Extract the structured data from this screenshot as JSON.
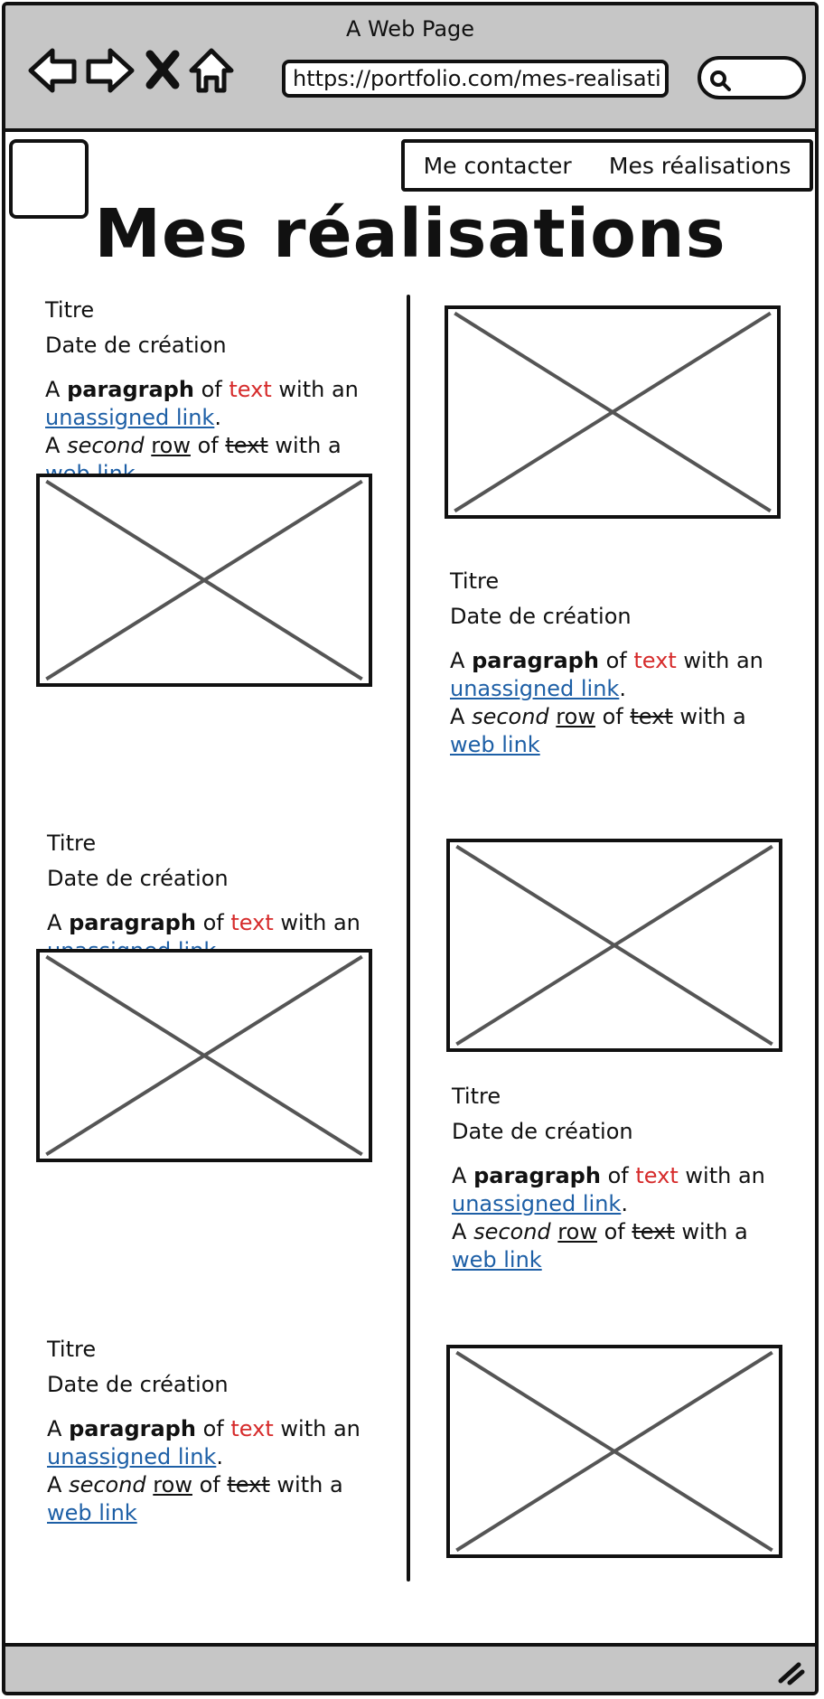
{
  "window": {
    "title": "A Web Page",
    "url": "https://portfolio.com/mes-realisati"
  },
  "nav": {
    "back_icon": "arrow-left-icon",
    "forward_icon": "arrow-right-icon",
    "close_icon": "close-x-icon",
    "home_icon": "home-icon",
    "search_icon": "search-icon"
  },
  "header": {
    "links": [
      "Me contacter",
      "Mes réalisations"
    ],
    "title": "Mes réalisations"
  },
  "card_text": {
    "title": "Titre",
    "date": "Date de création",
    "p_a": "A",
    "p_paragraph": "paragraph",
    "p_of": "of",
    "p_text_red": "text",
    "p_with_an": "with an",
    "p_unassigned_link": "unassigned link",
    "p_dot": ".",
    "p_second": "second",
    "p_row": "row",
    "p_text_strike": "text",
    "p_with_a": "with a",
    "p_web_link": "web link"
  },
  "colors": {
    "chrome": "#c6c6c6",
    "link": "#1d5fa6",
    "highlight": "#d62b2b"
  }
}
